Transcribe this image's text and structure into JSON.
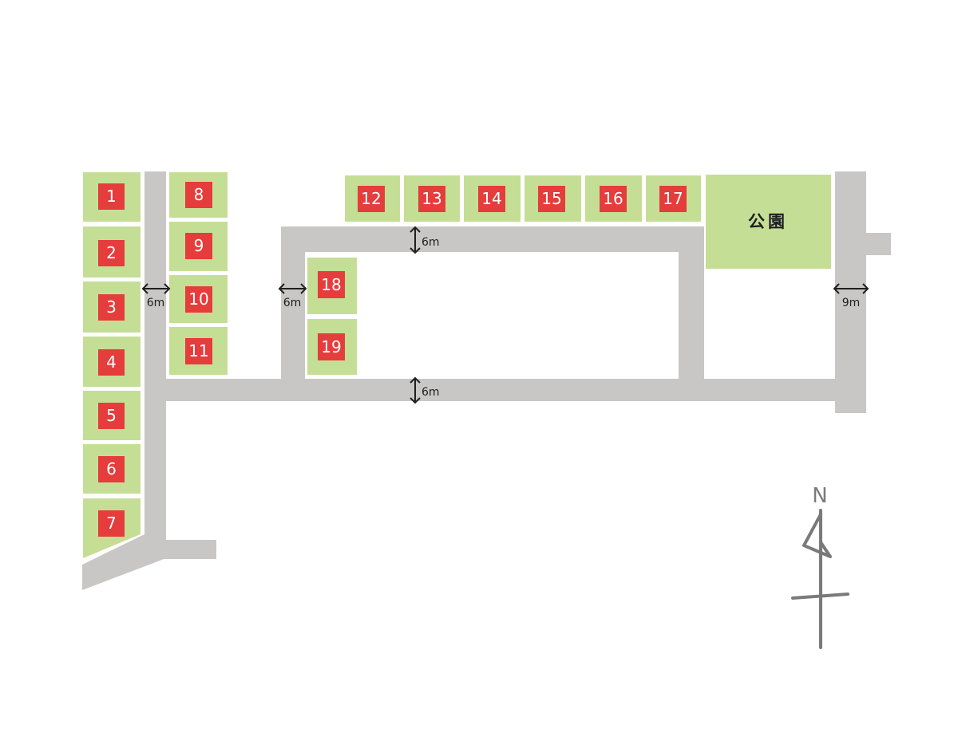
{
  "colors": {
    "road": "#c9c7c6",
    "lot": "#c5de96",
    "badge": "#e53c3c",
    "badge_text": "#ffffff"
  },
  "lots": [
    "1",
    "2",
    "3",
    "4",
    "5",
    "6",
    "7",
    "8",
    "9",
    "10",
    "11",
    "12",
    "13",
    "14",
    "15",
    "16",
    "17",
    "18",
    "19"
  ],
  "park_label": "公園",
  "road_widths": {
    "west_road": "6m",
    "mid_road": "6m",
    "north_road": "6m",
    "south_road": "6m",
    "east_road": "9m"
  },
  "compass": {
    "label": "N",
    "icon": "north-arrow-icon"
  }
}
